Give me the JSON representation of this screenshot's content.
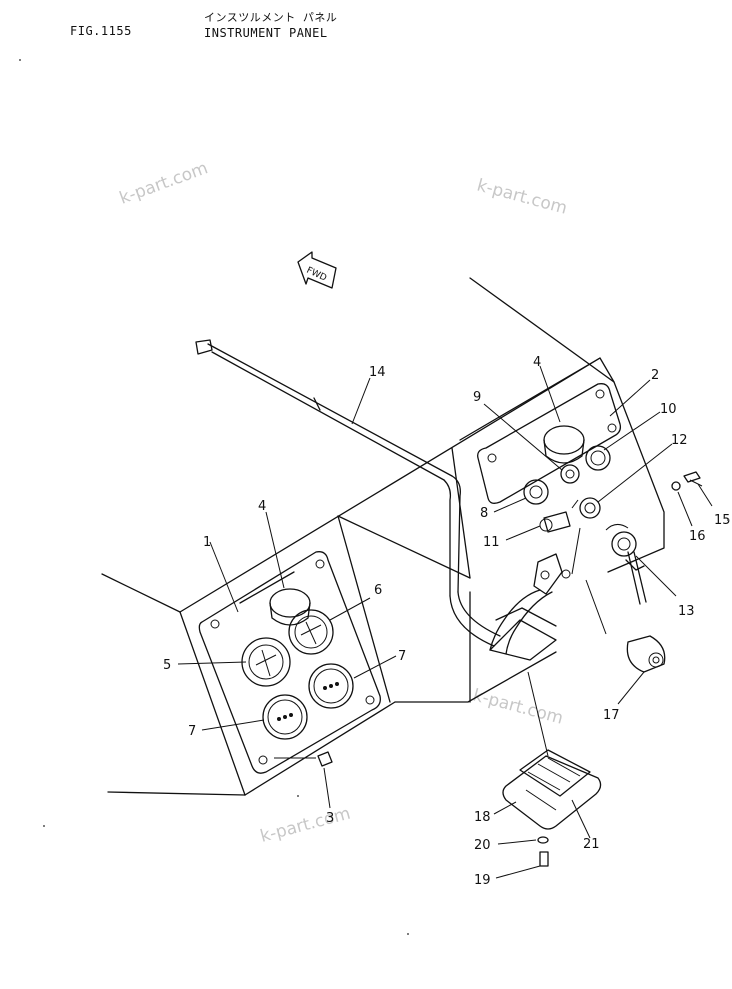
{
  "header": {
    "fig_number": "FIG.1155",
    "title_jp": "インスツルメント パネル",
    "title": "INSTRUMENT PANEL"
  },
  "direction_marker": "FWD",
  "watermarks": [
    "k-part.com",
    "k-part.com",
    "k-part.com",
    "k-part.com"
  ],
  "callouts": [
    "1",
    "2",
    "3",
    "4",
    "4",
    "5",
    "6",
    "7",
    "7",
    "8",
    "9",
    "10",
    "11",
    "12",
    "13",
    "14",
    "15",
    "16",
    "17",
    "18",
    "19",
    "20",
    "21"
  ]
}
